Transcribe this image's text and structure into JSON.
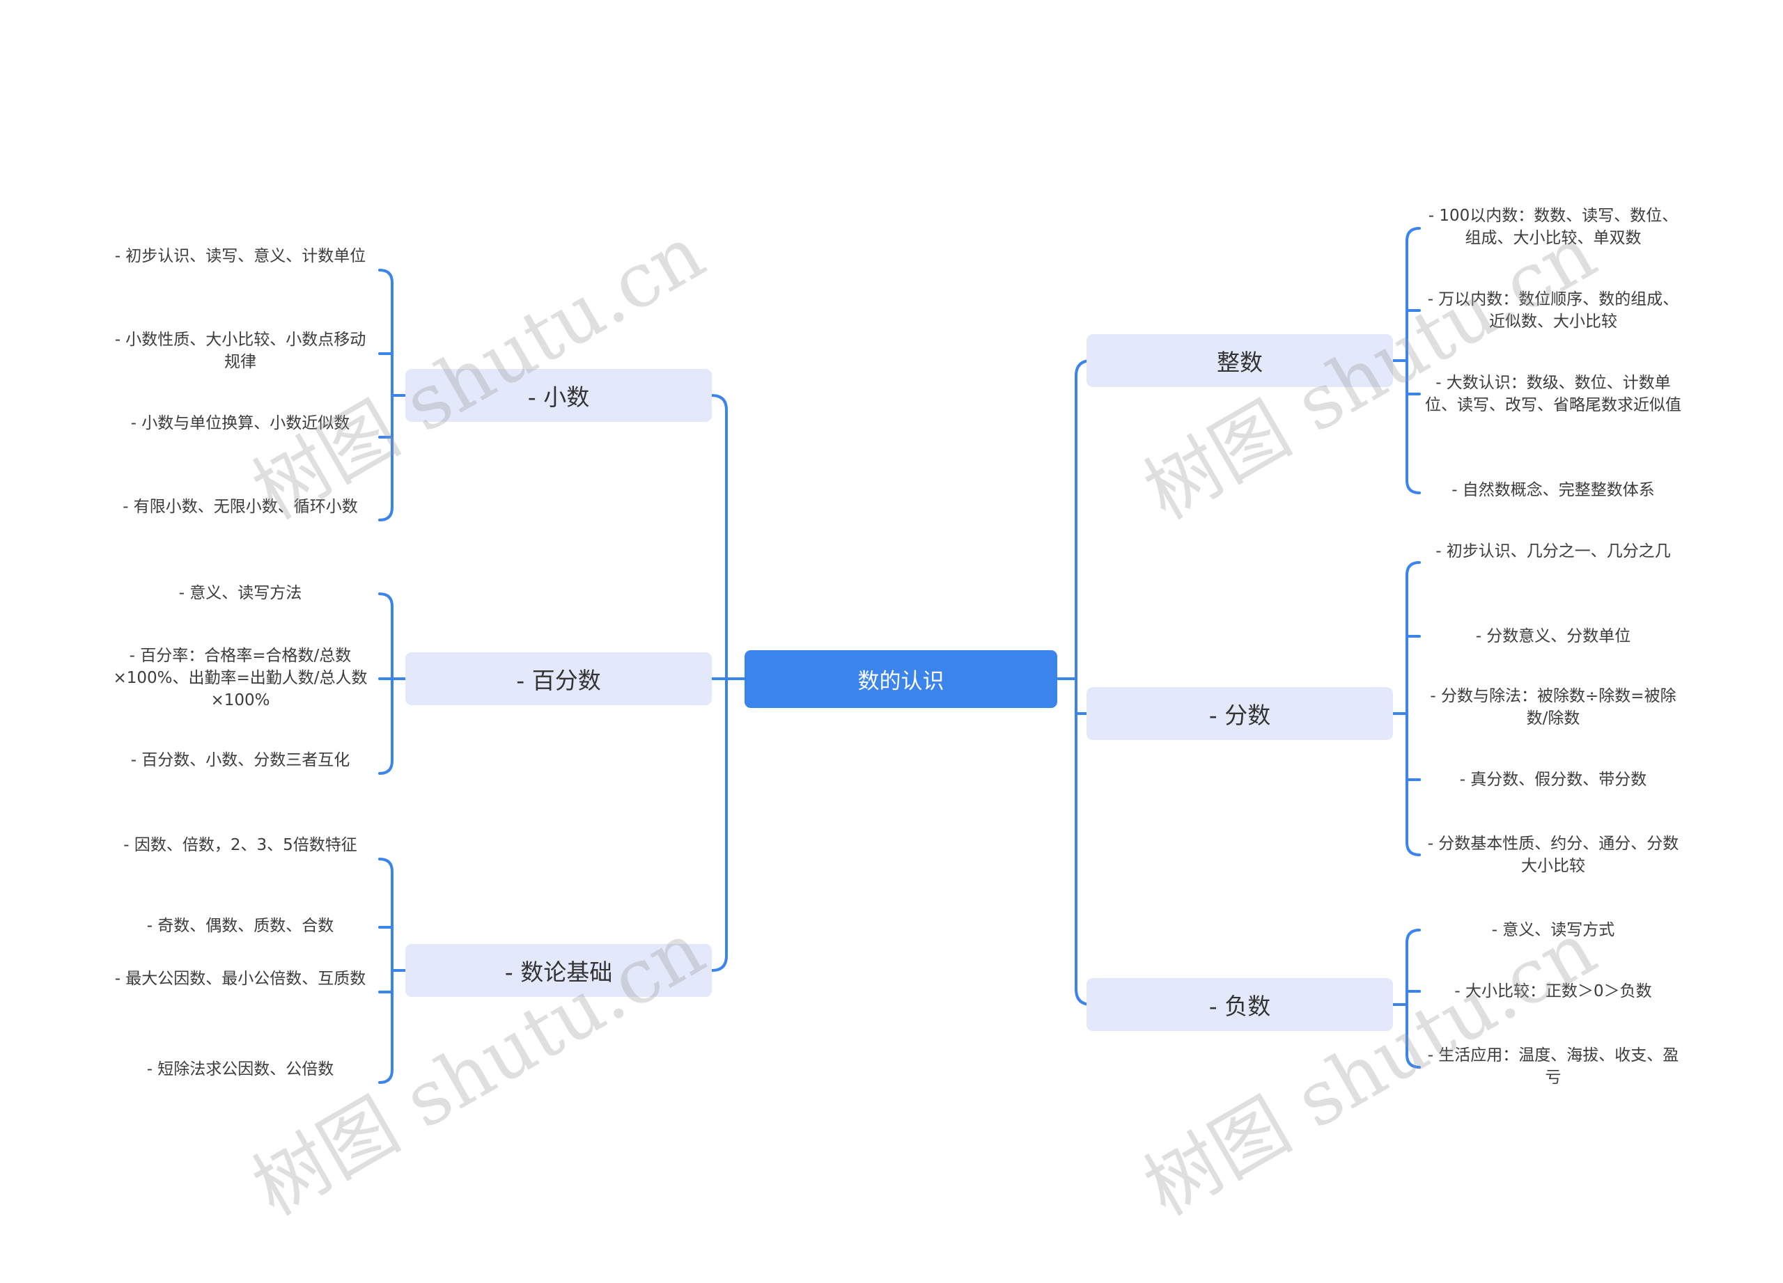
{
  "root": {
    "label": "数的认识"
  },
  "branches": [
    {
      "label": "- 小数",
      "children": [
        "- 初步认识、读写、意义、计数单位",
        "- 小数性质、大小比较、小数点移动规律",
        "- 小数与单位换算、小数近似数",
        "- 有限小数、无限小数、循环小数"
      ]
    },
    {
      "label": "- 百分数",
      "children": [
        "- 意义、读写方法",
        "- 百分率：合格率=合格数/总数×100%、出勤率=出勤人数/总人数×100%",
        "- 百分数、小数、分数三者互化"
      ]
    },
    {
      "label": "- 数论基础",
      "children": [
        "- 因数、倍数，2、3、5倍数特征",
        "- 奇数、偶数、质数、合数",
        "- 最大公因数、最小公倍数、互质数",
        "- 短除法求公因数、公倍数"
      ]
    },
    {
      "label": "整数",
      "children": [
        "- 100以内数：数数、读写、数位、组成、大小比较、单双数",
        "- 万以内数：数位顺序、数的组成、近似数、大小比较",
        "- 大数认识：数级、数位、计数单位、读写、改写、省略尾数求近似值",
        "- 自然数概念、完整整数体系"
      ]
    },
    {
      "label": "- 分数",
      "children": [
        "- 初步认识、几分之一、几分之几",
        "- 分数意义、分数单位",
        "- 分数与除法：被除数÷除数=被除数/除数",
        "- 真分数、假分数、带分数",
        "- 分数基本性质、约分、通分、分数大小比较"
      ]
    },
    {
      "label": "- 负数",
      "children": [
        "- 意义、读写方式",
        "- 大小比较：正数＞0＞负数",
        "- 生活应用：温度、海拔、收支、盈亏"
      ]
    }
  ],
  "watermark": "树图 shutu.cn",
  "colors": {
    "line": "#3a84ec",
    "root": "#3a84ec",
    "branch": "#e3e9fa"
  }
}
